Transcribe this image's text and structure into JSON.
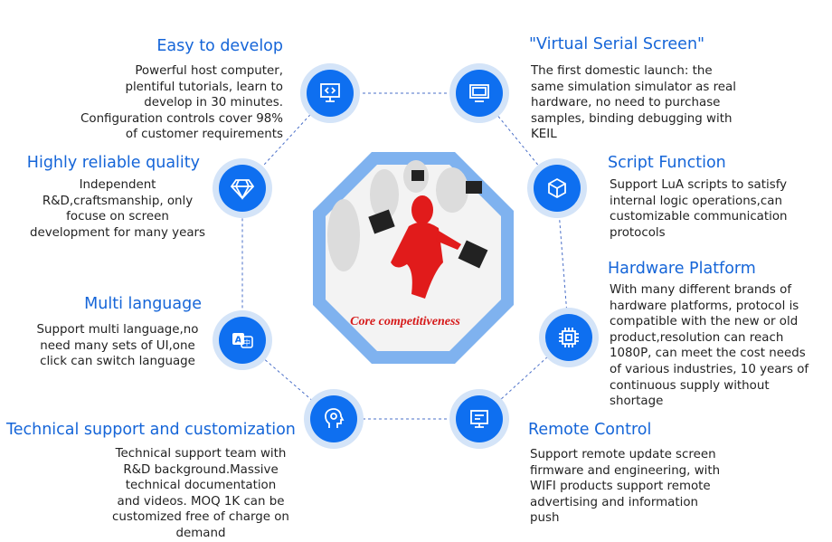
{
  "center": {
    "caption": "Core competitiveness"
  },
  "features": [
    {
      "title": "Easy to develop",
      "body": "Powerful host computer,\nplentiful tutorials, learn to\ndevelop in 30 minutes.\nConfiguration controls cover 98%\nof customer requirements",
      "icon": "monitor-code-icon"
    },
    {
      "title": "\"Virtual Serial Screen\"",
      "body": "The first domestic launch: the\nsame simulation simulator as real\nhardware, no need to purchase\nsamples, binding debugging with\nKEIL",
      "icon": "screen-icon"
    },
    {
      "title": "Highly reliable quality",
      "body": "Independent\nR&D,craftsmanship, only\nfocuse on screen\ndevelopment for many years",
      "icon": "diamond-icon"
    },
    {
      "title": "Script Function",
      "body": "Support LuA scripts to satisfy\ninternal logic operations,can\ncustomizable communication\nprotocols",
      "icon": "cube-icon"
    },
    {
      "title": "Hardware Platform",
      "body": "With many different brands of\nhardware platforms, protocol is\ncompatible with the new or old\nproduct,resolution can reach\n1080P, can meet the cost needs\nof various industries, 10 years of\ncontinuous supply without\nshortage",
      "icon": "chip-icon"
    },
    {
      "title": "Multi language",
      "body": "Support multi language,no\nneed many sets of UI,one\nclick can switch language",
      "icon": "translate-icon"
    },
    {
      "title": "Remote Control",
      "body": "Support remote update screen\nfirmware and engineering, with\nWIFI products support remote\nadvertising and information\npush",
      "icon": "remote-screen-icon"
    },
    {
      "title": "Technical support and customization",
      "body": "Technical support team with\nR&D background.Massive\ntechnical documentation\nand videos. MOQ 1K can be\ncustomized free of charge on\ndemand",
      "icon": "support-head-icon"
    }
  ],
  "colors": {
    "accent": "#0e6ff0",
    "title": "#1565d8",
    "ring": "#d4e4f8",
    "octagon": "#7fb2ef"
  }
}
